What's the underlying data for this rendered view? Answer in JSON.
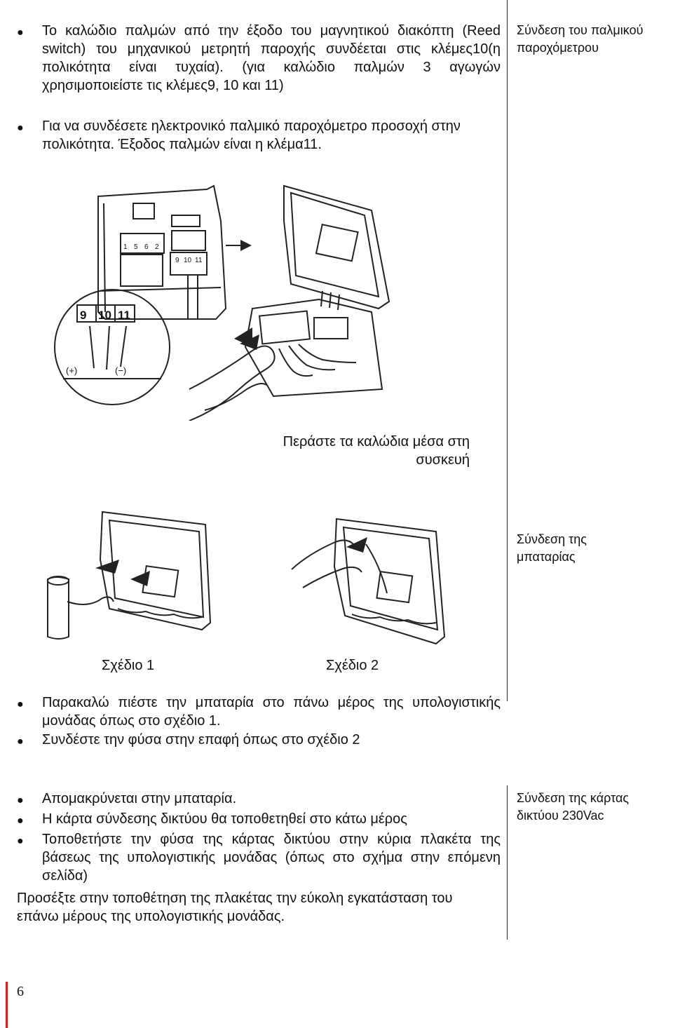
{
  "sections": {
    "pulse_wire": {
      "bullet": "Το καλώδιο παλμών από την έξοδο του μαγνητικού διακόπτη (Reed switch) του μηχανικού μετρητή παροχής συνδέεται στις κλέμες10(η πολικότητα είναι τυχαία). (για καλώδιο παλμών 3 αγωγών χρησιμοποιείστε τις κλέμες9, 10 και 11)",
      "side_label": "Σύνδεση του παλμικού παροχόμετρου"
    },
    "electronic_meter": {
      "bullet": "Για να συνδέσετε ηλεκτρονικό παλμικό παροχόμετρο προσοχή στην πολικότητα. Έξοδος παλμών είναι η κλέμα11."
    },
    "figure_wiring": {
      "inset_terminals": [
        "9",
        "10",
        "11"
      ],
      "inset_polarity": [
        "(+)",
        "(−)"
      ],
      "board_terminal_groups": [
        [
          "1",
          "5",
          "6",
          "2"
        ],
        [
          "9",
          "10",
          "11"
        ]
      ],
      "caption": "Περάστε τα καλώδια μέσα στη συσκευή"
    },
    "battery": {
      "side_label": "Σύνδεση της μπαταρίας",
      "sketch1_caption": "Σχέδιο 1",
      "sketch2_caption": "Σχέδιο 2",
      "bullets": [
        "Παρακαλώ πιέστε την μπαταρία στο πάνω μέρος της υπολογιστικής μονάδας όπως στο σχέδιο 1.",
        "Συνδέστε την φύσα στην επαφή όπως στο σχέδιο 2"
      ]
    },
    "network_card": {
      "side_label": "Σύνδεση της κάρτας δικτύου 230Vac",
      "bullets": [
        "Απομακρύνεται στην μπαταρία.",
        "Η κάρτα σύνδεσης δικτύου θα τοποθετηθεί στο κάτω μέρος",
        "Τοποθετήστε την φύσα της κάρτας δικτύου στην κύρια πλακέτα της βάσεως της υπολογιστικής μονάδας (όπως στο σχήμα στην επόμενη σελίδα)"
      ],
      "note": "Προσέξτε στην τοποθέτηση της πλακέτας την εύκολη εγκατάσταση του επάνω μέρους της υπολογιστικής μονάδας."
    }
  },
  "page_number": "6",
  "colors": {
    "page_bar": "#d91c1c",
    "text": "#111111",
    "rule": "#222222"
  }
}
